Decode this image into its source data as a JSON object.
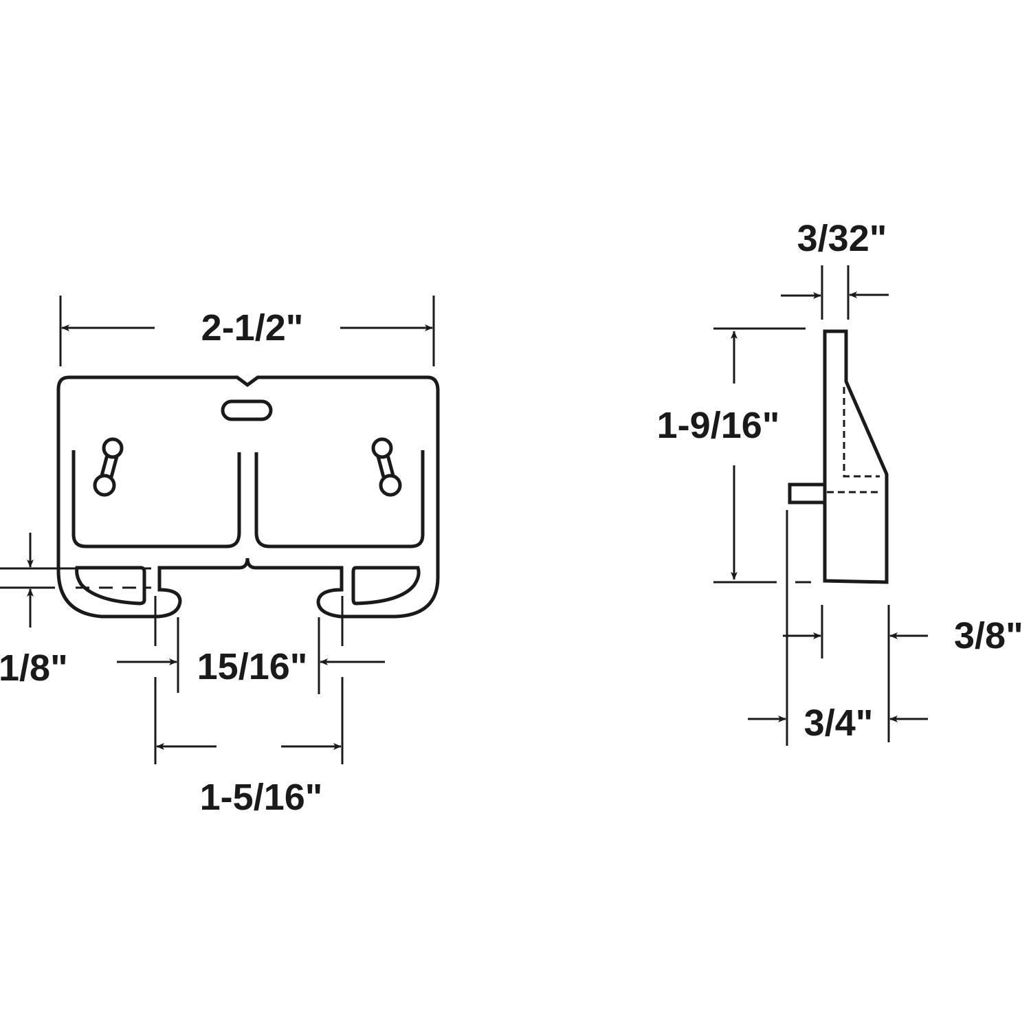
{
  "diagram": {
    "front_view": {
      "overall_width": "2-1/2\"",
      "slot_height": "1/8\"",
      "inner_gap": "15/16\"",
      "outer_gap": "1-5/16\""
    },
    "side_view": {
      "thickness": "3/32\"",
      "height": "1-9/16\"",
      "tab_offset": "3/8\"",
      "depth": "3/4\""
    },
    "colors": {
      "ink": "#1a1a1a",
      "background": "#ffffff"
    }
  }
}
